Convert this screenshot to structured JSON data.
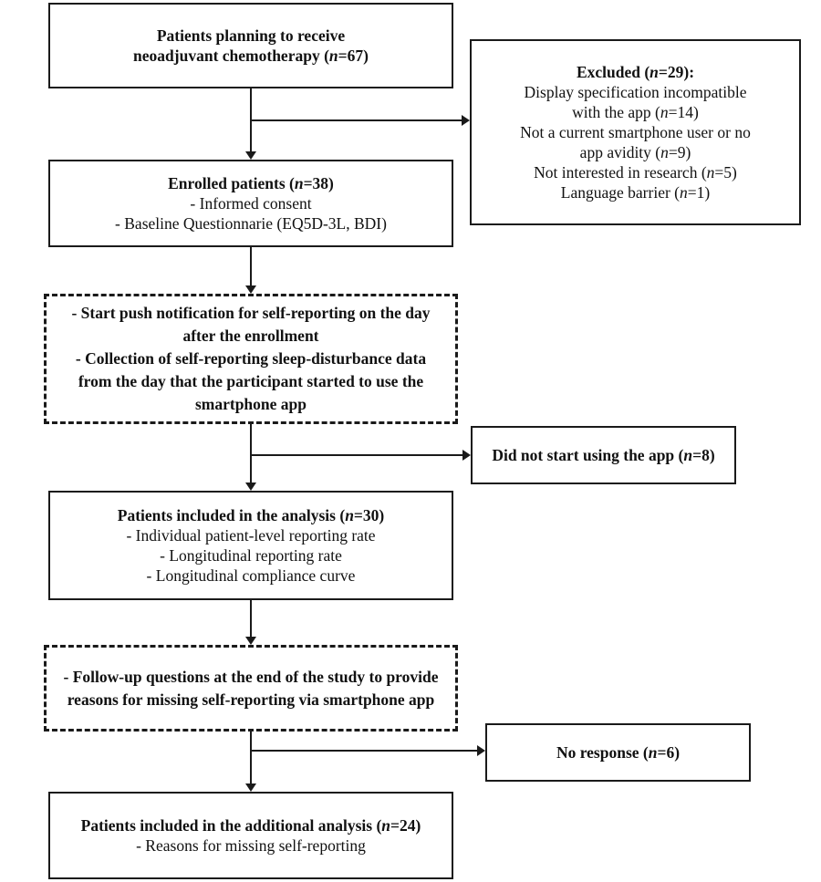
{
  "colors": {
    "ink": "#1a1a1a",
    "background": "#ffffff"
  },
  "boxes": {
    "screened": {
      "lines": [
        {
          "pre": "Patients planning to receive"
        },
        {
          "pre": "neoadjuvant chemotherapy (",
          "n": "n",
          "post": "=67)"
        }
      ]
    },
    "excluded": {
      "lines": [
        {
          "pre": "Excluded (",
          "n": "n",
          "post": "=29):"
        },
        {
          "pre": "Display specification incompatible"
        },
        {
          "pre": "with the app (",
          "n": "n",
          "post": "=14)"
        },
        {
          "pre": "Not a current smartphone user or no"
        },
        {
          "pre": "app avidity (",
          "n": "n",
          "post": "=9)"
        },
        {
          "pre": "Not interested in research (",
          "n": "n",
          "post": "=5)"
        },
        {
          "pre": "Language barrier (",
          "n": "n",
          "post": "=1)"
        }
      ]
    },
    "enrolled": {
      "lines": [
        {
          "pre": "Enrolled patients (",
          "n": "n",
          "post": "=38)"
        },
        {
          "pre": "- Informed consent"
        },
        {
          "pre": "- Baseline Questionnarie (EQ5D-3L, BDI)"
        }
      ]
    },
    "intervention": {
      "lines": [
        {
          "pre": "- Start push notification for self-reporting on the day"
        },
        {
          "pre": "after the enrollment"
        },
        {
          "pre": "- Collection of self-reporting sleep-disturbance data"
        },
        {
          "pre": "from the day that the participant started to use the"
        },
        {
          "pre": "smartphone app"
        }
      ]
    },
    "did_not_start": {
      "lines": [
        {
          "pre": "Did not start using the app (",
          "n": "n",
          "post": "=8)"
        }
      ]
    },
    "analysis": {
      "lines": [
        {
          "pre": "Patients included in the analysis (",
          "n": "n",
          "post": "=30)"
        },
        {
          "pre": "- Individual patient-level reporting rate"
        },
        {
          "pre": "- Longitudinal reporting rate"
        },
        {
          "pre": "- Longitudinal compliance curve"
        }
      ]
    },
    "followup": {
      "lines": [
        {
          "pre": "- Follow-up questions at the end of the study to provide"
        },
        {
          "pre": "reasons for missing self-reporting via smartphone app"
        }
      ]
    },
    "no_response": {
      "lines": [
        {
          "pre": "No response (",
          "n": "n",
          "post": "=6)"
        }
      ]
    },
    "additional": {
      "lines": [
        {
          "pre": "Patients included in the additional analysis (",
          "n": "n",
          "post": "=24)"
        },
        {
          "pre": "- Reasons for missing self-reporting"
        }
      ]
    }
  }
}
